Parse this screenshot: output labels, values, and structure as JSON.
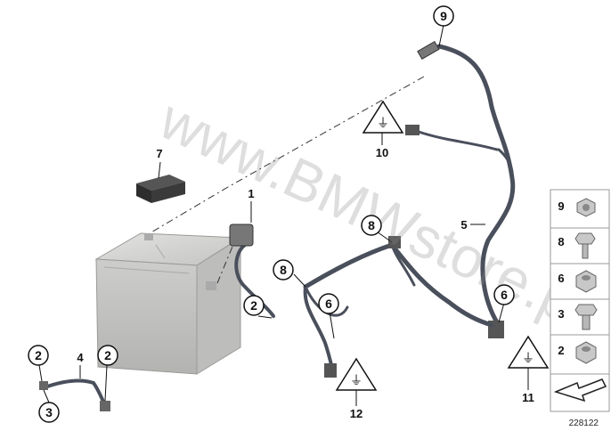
{
  "callouts": {
    "c1": "1",
    "c2a": "2",
    "c2b": "2",
    "c2c": "2",
    "c3": "3",
    "c4": "4",
    "c5": "5",
    "c6a": "6",
    "c6b": "6",
    "c7": "7",
    "c8a": "8",
    "c8b": "8",
    "c9": "9",
    "c10": "10",
    "c11": "11",
    "c12": "12"
  },
  "sidebar": {
    "items": [
      {
        "number": "9",
        "icon": "hex-nut-icon"
      },
      {
        "number": "8",
        "icon": "bolt-icon"
      },
      {
        "number": "6",
        "icon": "hex-nut-icon"
      },
      {
        "number": "3",
        "icon": "hex-bolt-icon"
      },
      {
        "number": "2",
        "icon": "hex-nut-icon"
      }
    ]
  },
  "watermark": "www.BMWstore.pl",
  "part_number": "228122",
  "colors": {
    "cable": "#4a4f5c",
    "battery": "#c9c9c7",
    "line": "#222222"
  }
}
